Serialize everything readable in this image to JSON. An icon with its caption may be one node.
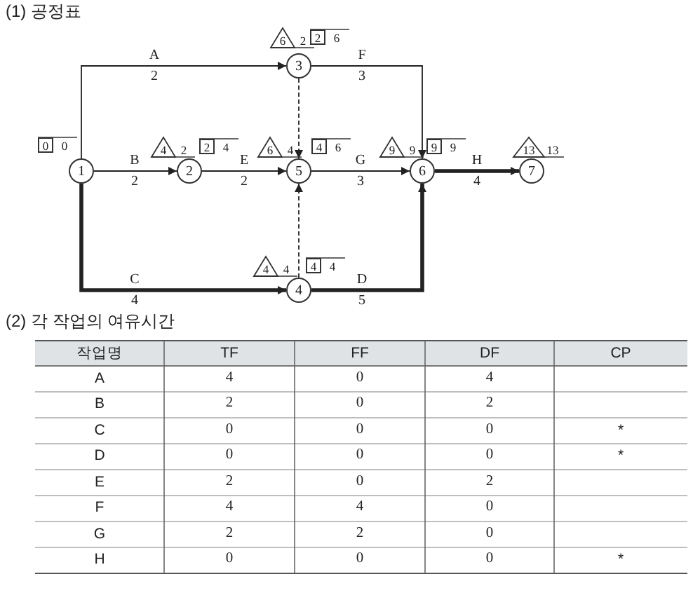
{
  "diagram": {
    "nodes": [
      {
        "text": [
          "1"
        ]
      },
      {
        "text": [
          "2"
        ]
      },
      {
        "text": [
          "3"
        ]
      },
      {
        "text": [
          "4"
        ]
      },
      {
        "text": [
          "5"
        ]
      },
      {
        "text": [
          "6"
        ]
      },
      {
        "text": [
          "7"
        ]
      }
    ],
    "edges": [
      {
        "from": 0,
        "to": 2,
        "arrow": "to",
        "label": "A 2"
      },
      {
        "from": 0,
        "to": 1,
        "arrow": "to",
        "label": "B 2"
      },
      {
        "from": 0,
        "to": 3,
        "arrow": "to",
        "label": "C 4",
        "style": "thick"
      },
      {
        "from": 1,
        "to": 4,
        "arrow": "to",
        "label": "E 2"
      },
      {
        "from": 2,
        "to": 4,
        "arrow": "to",
        "style": "dashed"
      },
      {
        "from": 2,
        "to": 5,
        "arrow": "to",
        "label": "F 3"
      },
      {
        "from": 3,
        "to": 4,
        "arrow": "to",
        "style": "dashed"
      },
      {
        "from": 3,
        "to": 5,
        "arrow": "to",
        "label": "D 5",
        "style": "thick"
      },
      {
        "from": 4,
        "to": 5,
        "arrow": "to",
        "label": "G 3"
      },
      {
        "from": 5,
        "to": 6,
        "arrow": "to",
        "label": "H 4",
        "style": "thick"
      }
    ],
    "labels": [
      "(1) 공정표",
      "6",
      "2",
      "2",
      "6",
      "0",
      "0",
      "4",
      "2",
      "2",
      "4",
      "6",
      "4",
      "4",
      "6",
      "9",
      "9",
      "9",
      "9",
      "13",
      "13",
      "4",
      "4",
      "4",
      "4",
      "(2) 각 작업의 여유시간",
      "작업명",
      "TF",
      "FF",
      "DF",
      "CP",
      "A",
      "4",
      "0",
      "4",
      "B",
      "2",
      "0",
      "2",
      "C",
      "0",
      "0",
      "0",
      "*",
      "D",
      "0",
      "0",
      "0",
      "*",
      "E",
      "2",
      "0",
      "2",
      "F",
      "4",
      "4",
      "0",
      "G",
      "2",
      "2",
      "0",
      "H",
      "0",
      "0",
      "0",
      "*"
    ]
  }
}
